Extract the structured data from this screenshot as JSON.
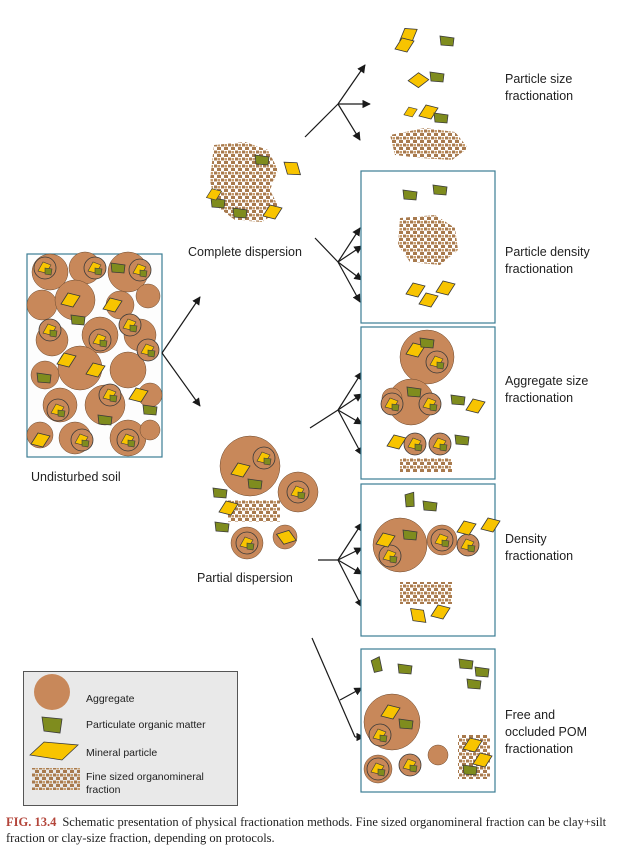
{
  "labels": {
    "undisturbed": "Undisturbed soil",
    "complete": "Complete dispersion",
    "partial": "Partial dispersion"
  },
  "outcomes": [
    {
      "line1": "Particle size",
      "line2": "fractionation",
      "line3": ""
    },
    {
      "line1": "Particle density",
      "line2": "fractionation",
      "line3": ""
    },
    {
      "line1": "Aggregate size",
      "line2": "fractionation",
      "line3": ""
    },
    {
      "line1": "Density",
      "line2": "fractionation",
      "line3": ""
    },
    {
      "line1": "Free and",
      "line2": "occluded POM",
      "line3": "fractionation"
    }
  ],
  "legend": {
    "aggregate": "Aggregate",
    "pom": "Particulate organic matter",
    "mineral": "Mineral particle",
    "fine_line1": "Fine sized organomineral",
    "fine_line2": "fraction"
  },
  "caption": {
    "figure_number": "FIG. 13.4",
    "text": "Schematic presentation of physical fractionation methods. Fine sized organomineral fraction can be clay+silt fraction or clay-size fraction, depending on protocols."
  },
  "colors": {
    "aggregate": "#c8885a",
    "pom": "#7f8c1e",
    "mineral": "#f8c400",
    "fine": "#a87a4e",
    "box_border": "#3b7d94"
  }
}
